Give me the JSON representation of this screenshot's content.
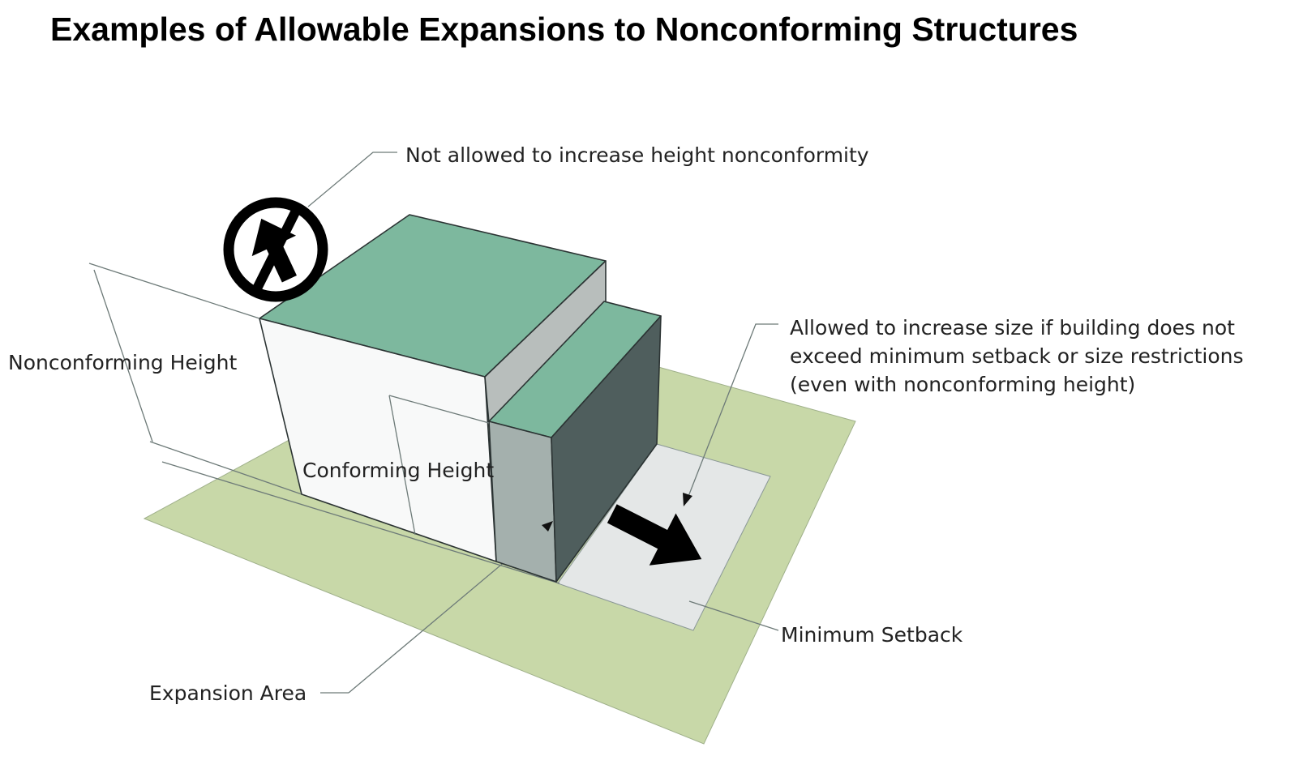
{
  "title": "Examples of Allowable Expansions to Nonconforming Structures",
  "labels": {
    "not_allowed": "Not allowed to increase height nonconformity",
    "nonconforming_height": "Nonconforming Height",
    "conforming_height": "Conforming Height",
    "allowed_line1": "Allowed to increase size if building does not",
    "allowed_line2": "exceed minimum setback or size restrictions",
    "allowed_line3": "(even with nonconforming height)",
    "expansion_area": "Expansion Area",
    "minimum_setback": "Minimum Setback"
  },
  "colors": {
    "ground": "#c8d8a8",
    "roof": "#7db89e",
    "setback": "#e4e7e7",
    "wall_light": "#f8f9f9",
    "wall_mid": "#a4b0ad",
    "wall_dark": "#4f5e5d"
  }
}
